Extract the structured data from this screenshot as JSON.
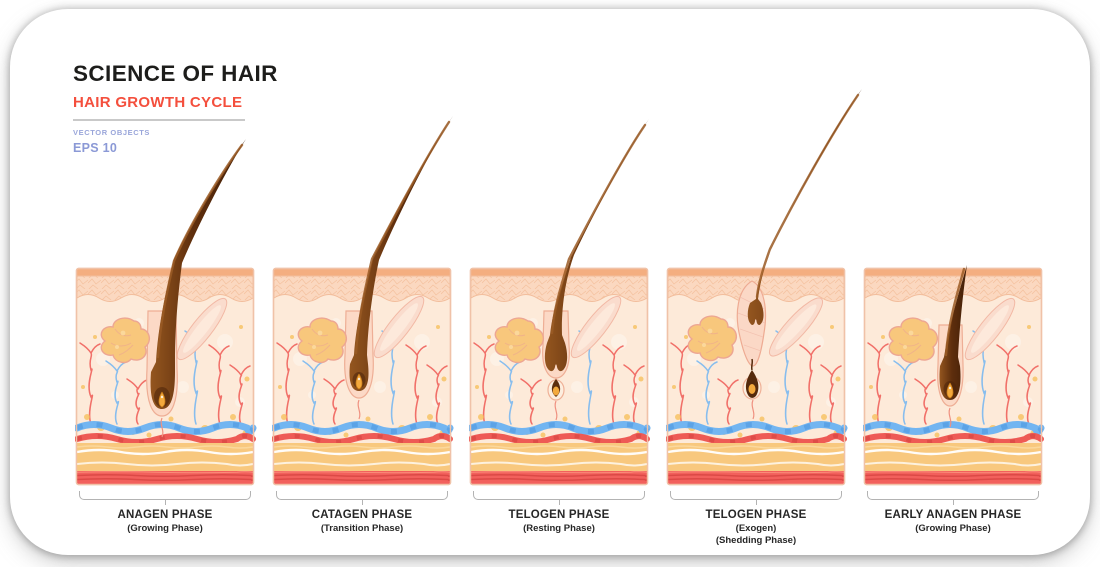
{
  "header": {
    "title": "SCIENCE OF HAIR",
    "subtitle": "HAIR GROWTH CYCLE",
    "byline_top": "VECTOR OBJECTS",
    "byline_bottom": "EPS 10"
  },
  "phases": [
    {
      "name": "ANAGEN PHASE",
      "sub1": "(Growing Phase)",
      "sub2": "",
      "variant": "anagen"
    },
    {
      "name": "CATAGEN PHASE",
      "sub1": "(Transition Phase)",
      "sub2": "",
      "variant": "catagen"
    },
    {
      "name": "TELOGEN PHASE",
      "sub1": "(Resting Phase)",
      "sub2": "",
      "variant": "telogen"
    },
    {
      "name": "TELOGEN PHASE",
      "sub1": "(Exogen)",
      "sub2": "(Shedding Phase)",
      "variant": "exogen"
    },
    {
      "name": "EARLY ANAGEN PHASE",
      "sub1": "(Growing Phase)",
      "sub2": "",
      "variant": "early"
    }
  ],
  "colors": {
    "title_color": "#1d1d1b",
    "subtitle_color": "#f44f3d",
    "byline_color": "#9aa6da",
    "divider_color": "#c9c9c9",
    "label_color": "#272727",
    "bracket_gray": "#b3b3b3",
    "hair_brown_dark": "#5e2e0d",
    "hair_brown_light": "#94561f",
    "dermis": "#fdead9",
    "epidermis": "#fbd8c0",
    "skin_surface": "#f4ae80",
    "sebaceous_gland": "#f8c77c",
    "fat_layer": "#f8c87e",
    "vessel_blue": "#72b5f1",
    "vessel_red": "#ee5a55",
    "muscle_band": "#f2605c",
    "papilla_gold": "#f3a93d",
    "sheath_pink": "#fcd9c6",
    "panel_border": "#f0c2a8"
  }
}
